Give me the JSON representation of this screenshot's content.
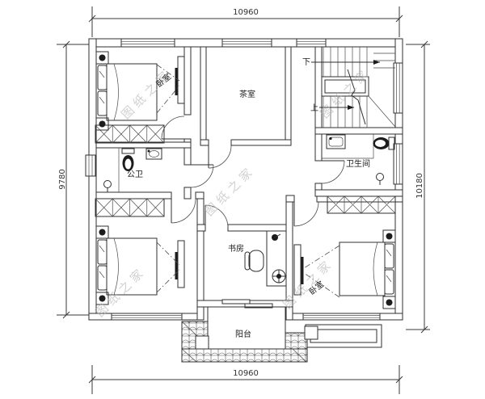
{
  "drawing": {
    "dim_top": "10960",
    "dim_bottom": "10960",
    "dim_left": "9780",
    "dim_right": "10180",
    "rooms": {
      "bedroom_tl": "卧室",
      "tea_room": "茶室",
      "public_bath": "公卫",
      "bathroom": "卫生间",
      "study": "书房",
      "bedroom_br": "卧室",
      "balcony": "阳台"
    },
    "stairs": {
      "up_label": "上",
      "down_label": "下"
    },
    "watermark_text": "图纸之家",
    "colors": {
      "wall_line": "#2f2f2f",
      "fixture_dark": "#1c1c1c",
      "watermark": "#b3b3b3",
      "background": "#ffffff"
    }
  }
}
